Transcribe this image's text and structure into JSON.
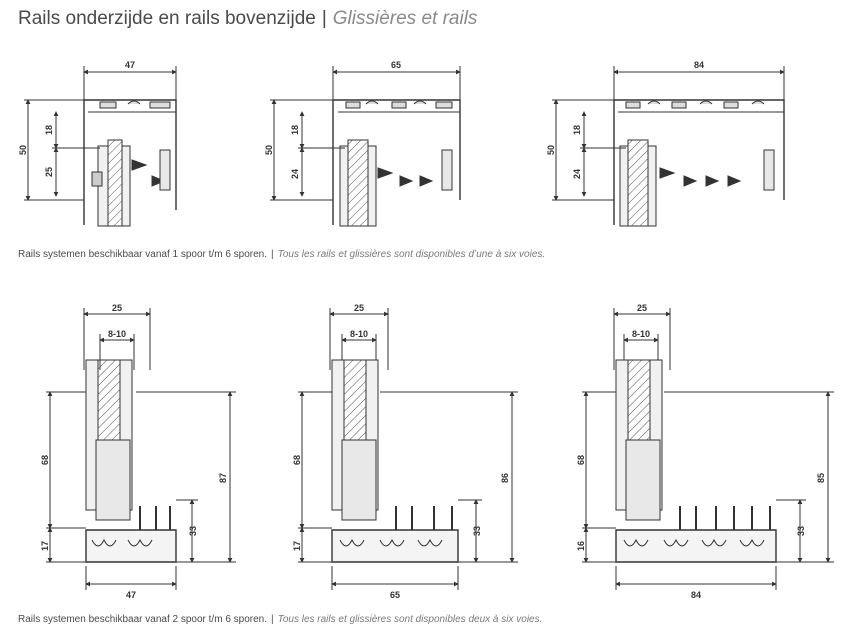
{
  "header": {
    "title_nl": "Rails onderzijde en rails bovenzijde",
    "separator": "|",
    "title_fr": "Glissières et rails"
  },
  "captions": {
    "top": {
      "nl": "Rails systemen beschikbaar vanaf 1 spoor t/m 6 sporen.",
      "separator": "|",
      "fr": "Tous les rails et glissières sont disponibles d’une à six voies."
    },
    "bottom": {
      "nl": "Rails systemen beschikbaar vanaf 2 spoor t/m 6 sporen.",
      "separator": "|",
      "fr": "Tous les rails et glissières sont disponibles deux à six voies."
    }
  },
  "top_rails": [
    {
      "width": "47",
      "height": "50",
      "upper": "18",
      "lower": "25"
    },
    {
      "width": "65",
      "height": "50",
      "upper": "18",
      "lower": "24"
    },
    {
      "width": "84",
      "height": "50",
      "upper": "18",
      "lower": "24"
    }
  ],
  "bottom_rails": [
    {
      "top_width": "25",
      "gap": "8-10",
      "height": "68",
      "lower": "17",
      "rail": "33",
      "total": "87",
      "width": "47"
    },
    {
      "top_width": "25",
      "gap": "8-10",
      "height": "68",
      "lower": "17",
      "rail": "33",
      "total": "86",
      "width": "65"
    },
    {
      "top_width": "25",
      "gap": "8-10",
      "height": "68",
      "lower": "16",
      "rail": "33",
      "total": "85",
      "width": "84"
    }
  ]
}
